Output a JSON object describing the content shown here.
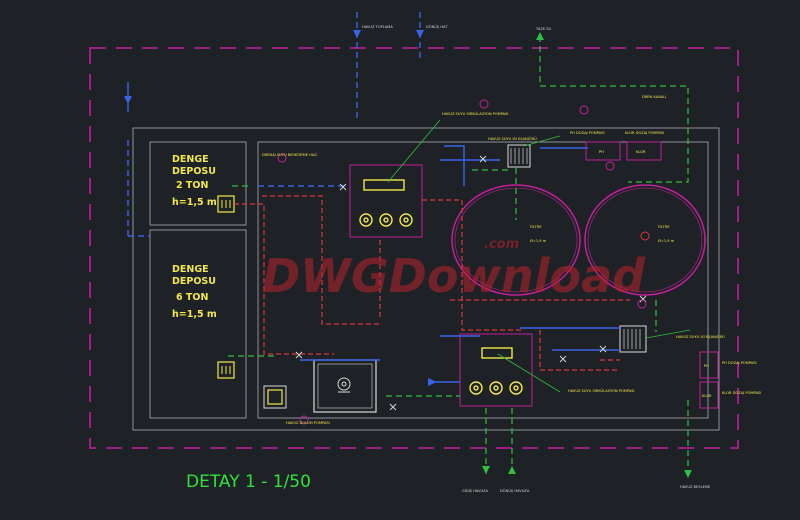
{
  "colors": {
    "background": "#1e2226",
    "outline": "#8f9196",
    "magenta": "#c21f9a",
    "blue": "#3a63e8",
    "red": "#d9363e",
    "green": "#2fbf3e",
    "yellow": "#f2e84a",
    "title": "#2fe23a"
  },
  "tanks": [
    {
      "name": "DENGE",
      "line2": "DEPOSU",
      "capacity": "2 TON",
      "height": "h=1,5 m"
    },
    {
      "name": "DENGE",
      "line2": "DEPOSU",
      "capacity": "6 TON",
      "height": "h=1,5 m"
    }
  ],
  "filters": [
    {
      "label": "FİLTRE",
      "size": "Ø=1,9 m"
    },
    {
      "label": "FİLTRE",
      "size": "Ø=1,9 m"
    }
  ],
  "notes": {
    "havuz_suyu_top": "HAVUZ SUYU SİRKÜLASYON POMPASI",
    "havuz_suyu_bottom": "HAVUZ SUYU SİRKÜLASYON POMPASI",
    "isi_esanjor": "HAVUZ SUYU ISI EŞANJÖRÜ",
    "isi_esanjor_right": "HAVUZ SUYU ISI EŞANJÖRÜ",
    "ph_pompa": "PH DOZAJ POMPASI",
    "klor_pompa": "KLOR DOZAJ POMPASI",
    "ph_pompa_right": "PH DOZAJ POMPASI",
    "klor_pompa_right": "KLOR DOZAJ POMPASI",
    "drenaj": "DRENAJ SUYU BIRIKTIRME HAZ.",
    "havuz_dolum": "HAVUZ DOLUM POMPASI",
    "dolum_left": "HAVUZ DOLUM",
    "donus": "DÖNÜŞ HAVUZA",
    "besleme": "HAVUZ BESLEME",
    "gidis": "GİDİŞ HAVUZA",
    "taze_su": "TAZE SU",
    "dreneaj_top": "DREN KANALI",
    "havuz_top": "HAVUZ TOPLAMA",
    "dirsek": "DÖNÜŞ HAT"
  },
  "equipment_tags": {
    "ph_box": "PH",
    "klor_box": "KLOR",
    "ph_box_right": "PH",
    "klor_box_right": "KLOR"
  },
  "title": "DETAY 1 - 1/50",
  "watermark": {
    "brand": "DWGDownload",
    "suffix": ".com"
  }
}
